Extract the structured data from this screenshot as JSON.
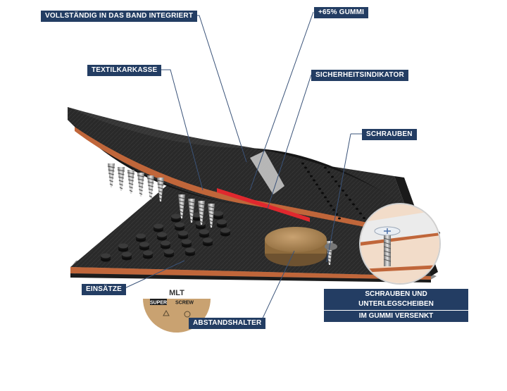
{
  "labels": {
    "integrated": "VOLLSTÄNDIG IN DAS BAND INTEGRIERT",
    "rubber": "+65% GUMMI",
    "carcass": "TEXTILKARKASSE",
    "safety_indicator": "SICHERHEITSINDIKATOR",
    "screws": "SCHRAUBEN",
    "screws_washers_line1": "SCHRAUBEN UND UNTERLEGSCHEIBEN",
    "screws_washers_line2": "IM GUMMI VERSENKT",
    "inserts": "EINSÄTZE",
    "spacer": "ABSTANDSHALTER"
  },
  "logo": {
    "brand": "MLT",
    "product_a": "SUPER",
    "product_b": "SCREW"
  },
  "colors": {
    "callout_bg": "#233d63",
    "callout_text": "#ffffff",
    "belt_dark": "#1e1e1e",
    "carcass_layer": "#c0663a",
    "safety_indicator": "#e0282e",
    "spacer": "#b08a57"
  },
  "icons": [
    "screw-icon",
    "washer-icon",
    "recycle-icon",
    "plus-icon"
  ]
}
